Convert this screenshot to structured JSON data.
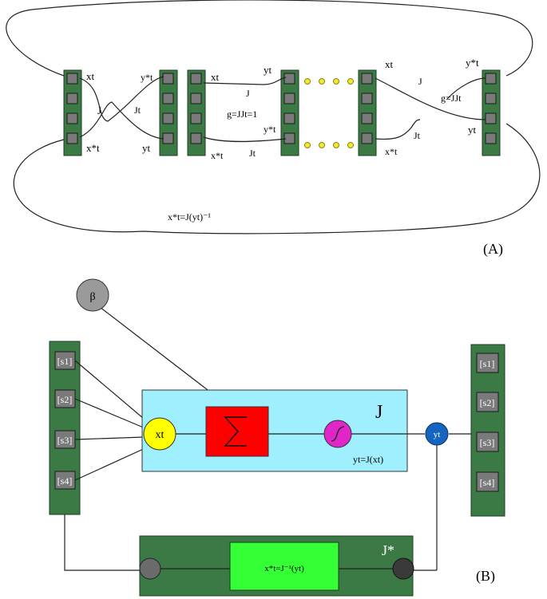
{
  "panel_a": {
    "label": "(A)",
    "top_loop_label": "",
    "bottom_loop_label": "x*t=J(yt)⁻¹",
    "labels": {
      "xt_1": "xt",
      "xt_star_1": "x*t",
      "J_1": "J",
      "yt_star_1": "y*t",
      "Jt_1": "Jt",
      "yt_1": "yt",
      "xt_2": "xt",
      "xt_star_2": "x*t",
      "yt_2": "yt",
      "J_2": "J",
      "g_1": "g=JJt=1",
      "yt_star_2": "y*t",
      "Jt_2": "Jt",
      "xt_3": "xt",
      "J_3": "J",
      "xt_star_3": "x*t",
      "Jt_3": "Jt",
      "yt_star_3": "y*t",
      "g_2": "g=JJt",
      "yt_3": "yt"
    }
  },
  "panel_b": {
    "label": "(B)",
    "beta": "β",
    "inputs": [
      "[s1]",
      "[s2]",
      "[s3]",
      "[s4]"
    ],
    "outputs": [
      "[s1]",
      "[s2]",
      "[s3]",
      "[s4]"
    ],
    "xt": "xt",
    "yt": "yt",
    "J": "J",
    "J_eq": "yt=J(xt)",
    "Jstar": "J*",
    "Jstar_eq": "x*t=J⁻¹(yt)"
  },
  "colors": {
    "green_column": "#3b7a45",
    "cyan_box": "#9fefff",
    "sum_red": "#ff0000",
    "sigmoid_magenta": "#e026c8",
    "xt_yellow": "#ffff00",
    "yt_blue": "#1565c0",
    "jstar_green": "#35ff35"
  }
}
